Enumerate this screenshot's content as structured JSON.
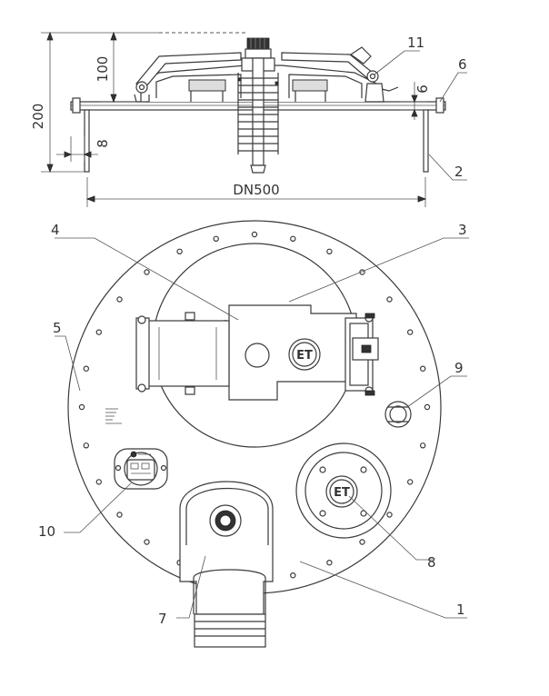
{
  "drawing": {
    "dimensions": {
      "height_total": "200",
      "height_upper": "100",
      "flange_offset": "8",
      "gap": "6",
      "diameter": "DN500"
    },
    "callouts": {
      "c1": "1",
      "c2": "2",
      "c3": "3",
      "c4": "4",
      "c5": "5",
      "c6": "6",
      "c7": "7",
      "c8": "8",
      "c9": "9",
      "c10": "10",
      "c11": "11"
    },
    "emblem": {
      "logo_text": "ET"
    }
  }
}
